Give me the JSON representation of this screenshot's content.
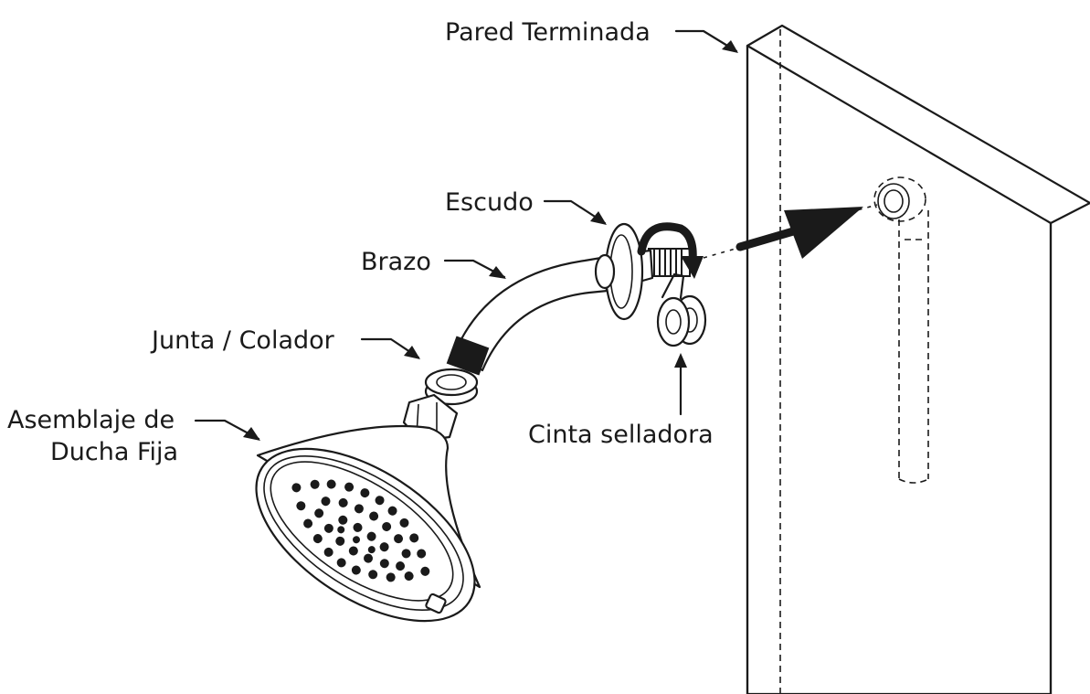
{
  "labels": {
    "wall": "Pared Terminada",
    "escutcheon": "Escudo",
    "arm": "Brazo",
    "washer": "Junta / Colador",
    "showerhead_line1": "Asemblaje de",
    "showerhead_line2": "Ducha Fija",
    "tape": "Cinta selladora"
  },
  "colors": {
    "ink": "#1a1a1a",
    "background": "#ffffff"
  },
  "icons": [
    "rotate-arrow-icon",
    "insert-arrow-icon"
  ]
}
